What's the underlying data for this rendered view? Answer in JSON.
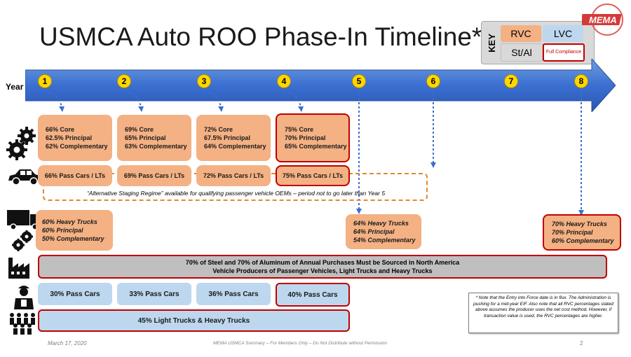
{
  "title": "USMCA Auto ROO Phase-In Timeline*",
  "key": {
    "label": "KEY",
    "rvc": "RVC",
    "lvc": "LVC",
    "stai": "St/Al",
    "full_compliance": "Full Compliance",
    "colors": {
      "rvc": "#f4b183",
      "lvc": "#bdd7ee",
      "stai": "#d9d9d9",
      "full": "#c00000"
    }
  },
  "logo_text": "MEMA",
  "timeline": {
    "label": "Year",
    "years": [
      "1",
      "2",
      "3",
      "4",
      "5",
      "6",
      "7",
      "8"
    ]
  },
  "core_boxes": [
    {
      "line1": "66% Core",
      "line2": "62.5% Principal",
      "line3": "62% Complementary"
    },
    {
      "line1": "69% Core",
      "line2": "65% Principal",
      "line3": "63% Complementary"
    },
    {
      "line1": "72% Core",
      "line2": "67.5% Principal",
      "line3": "64% Complementary"
    },
    {
      "line1": "75% Core",
      "line2": "70% Principal",
      "line3": "65% Complementary"
    }
  ],
  "pass_car_boxes": [
    "66% Pass Cars / LTs",
    "69% Pass Cars / LTs",
    "72% Pass Cars / LTs",
    "75% Pass Cars / LTs"
  ],
  "alt_staging": "“Alternative Staging Regime” available for qualifying passenger vehicle OEMs – period not to go later than Year 5",
  "heavy_truck_boxes": [
    {
      "line1": "60% Heavy Trucks",
      "line2": "60% Principal",
      "line3": "50% Complementary"
    },
    {
      "line1": "64% Heavy Trucks",
      "line2": "64% Principal",
      "line3": "54% Complementary"
    },
    {
      "line1": "70% Heavy Trucks",
      "line2": "70% Principal",
      "line3": "60% Complementary"
    }
  ],
  "steel_bar": {
    "line1": "70% of Steel and 70% of Aluminum of Annual Purchases Must be Sourced in North America",
    "line2": "Vehicle Producers of Passenger Vehicles, Light Trucks and Heavy Trucks"
  },
  "lvc_boxes": [
    "30% Pass Cars",
    "33% Pass Cars",
    "36% Pass Cars",
    "40% Pass Cars"
  ],
  "lvc_trucks": "45% Light Trucks & Heavy Trucks",
  "note": "* Note that the Entry into Force date is in flux. The Administration is pushing for a mid-year EIF. Also note that all RVC percentages stated above assumes the producer uses the net cost method. However, if transaction value is used, the RVC percentages are higher.",
  "footer": {
    "date": "March 17, 2020",
    "text": "MEMA USMCA Summary – For Members Only – Do Not Distribute without Permission",
    "page": "2"
  }
}
